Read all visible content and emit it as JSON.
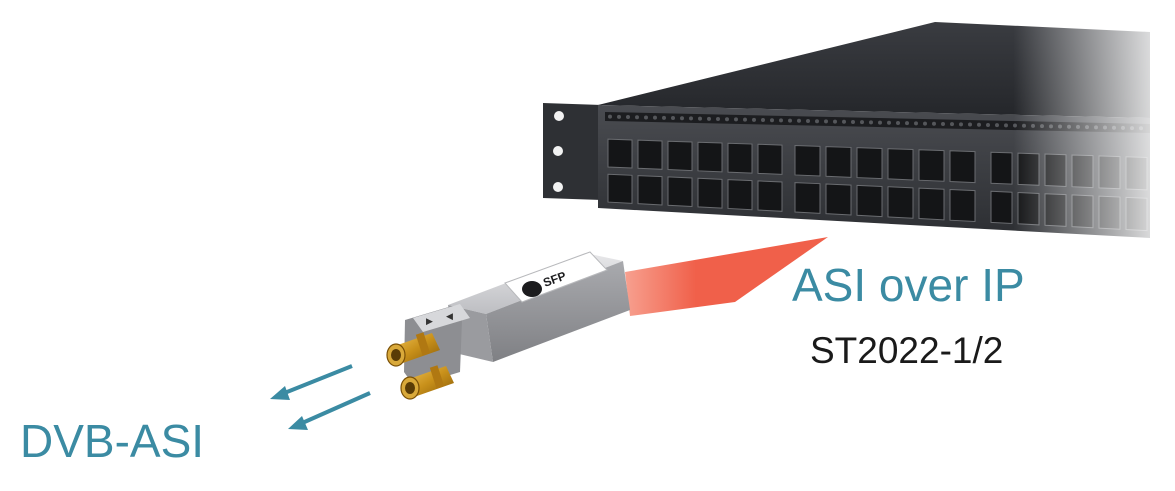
{
  "labels": {
    "asi_over_ip": "ASI over IP",
    "standard": "ST2022-1/2",
    "dvb_asi": "DVB-ASI",
    "module_brand": "SFP"
  },
  "colors": {
    "accent_teal": "#3b8ba3",
    "beam_coral": "#f0604a",
    "text_dark": "#1a1a1a",
    "connector_gold": "#c8901a"
  },
  "icons": {
    "switch": "network-switch-icon",
    "module": "sfp-module-icon",
    "arrows": "arrow-left-icon"
  }
}
